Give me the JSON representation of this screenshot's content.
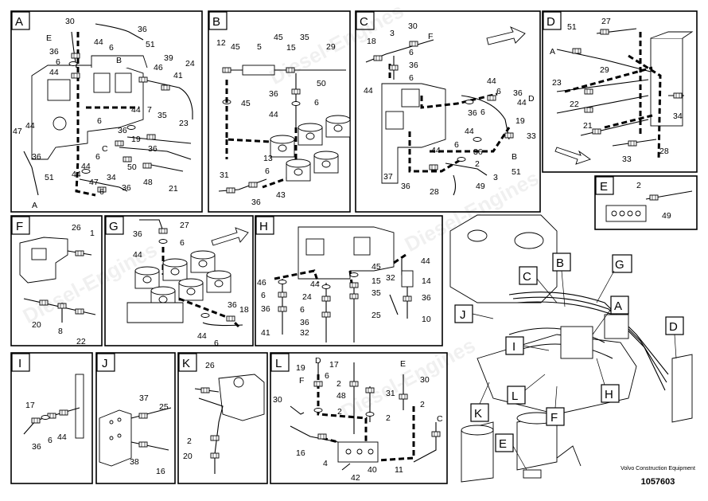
{
  "panels": [
    {
      "id": "A",
      "labels": [
        "30",
        "44",
        "36",
        "6",
        "51",
        "E",
        "B",
        "36",
        "6",
        "44",
        "39",
        "24",
        "46",
        "41",
        "7",
        "44",
        "35",
        "23",
        "47",
        "44",
        "6",
        "36",
        "19",
        "C",
        "36",
        "36",
        "6",
        "44",
        "50",
        "48",
        "21",
        "51",
        "A",
        "44",
        "47",
        "6",
        "34",
        "36"
      ]
    },
    {
      "id": "B",
      "labels": [
        "12",
        "45",
        "5",
        "45",
        "15",
        "35",
        "29",
        "50",
        "36",
        "6",
        "45",
        "44",
        "31",
        "36",
        "13",
        "6",
        "43"
      ]
    },
    {
      "id": "C",
      "labels": [
        "18",
        "3",
        "30",
        "F",
        "6",
        "36",
        "6",
        "44",
        "44",
        "6",
        "36",
        "44",
        "19",
        "D",
        "33",
        "36",
        "6",
        "44",
        "6",
        "36",
        "B",
        "44",
        "37",
        "36",
        "2",
        "3",
        "28",
        "51",
        "49"
      ]
    },
    {
      "id": "D",
      "labels": [
        "51",
        "27",
        "A",
        "29",
        "23",
        "22",
        "21",
        "34",
        "33",
        "28"
      ]
    },
    {
      "id": "E",
      "labels": [
        "2",
        "49"
      ]
    },
    {
      "id": "F",
      "labels": [
        "26",
        "1",
        "20",
        "8",
        "22"
      ]
    },
    {
      "id": "G",
      "labels": [
        "27",
        "36",
        "6",
        "44",
        "36",
        "18",
        "44",
        "6"
      ]
    },
    {
      "id": "H",
      "labels": [
        "44",
        "45",
        "14",
        "32",
        "36",
        "46",
        "44",
        "6",
        "36",
        "41",
        "24",
        "6",
        "36",
        "32",
        "15",
        "35",
        "25",
        "10"
      ]
    },
    {
      "id": "I",
      "labels": [
        "17",
        "6",
        "44",
        "36"
      ]
    },
    {
      "id": "J",
      "labels": [
        "37",
        "25",
        "38",
        "16"
      ]
    },
    {
      "id": "K",
      "labels": [
        "26",
        "2",
        "20"
      ]
    },
    {
      "id": "L",
      "labels": [
        "19",
        "D",
        "17",
        "6",
        "E",
        "30",
        "2",
        "48",
        "31",
        "F",
        "30",
        "2",
        "2",
        "2",
        "C",
        "16",
        "4",
        "40",
        "11",
        "42"
      ]
    }
  ],
  "overview_callouts": [
    "B",
    "C",
    "G",
    "J",
    "A",
    "I",
    "D",
    "L",
    "F",
    "H",
    "K",
    "E"
  ],
  "caption": {
    "brand": "Volvo Construction Equipment",
    "number": "1057603"
  },
  "watermark": "Diesel-Engines"
}
